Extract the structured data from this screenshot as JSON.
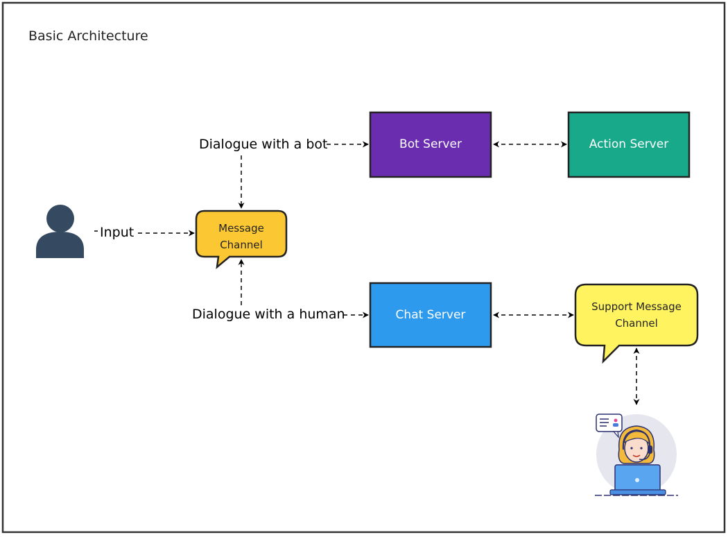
{
  "diagram": {
    "title": "Basic Architecture",
    "colors": {
      "bot_server": "#6a2db0",
      "action_server": "#17a98a",
      "chat_server": "#2d9aee",
      "message_channel": "#fbc733",
      "support_channel": "#fff45f",
      "user_icon": "#354a60",
      "edge": "#000000"
    },
    "nodes": {
      "bot_server": {
        "label": "Bot Server"
      },
      "action_server": {
        "label": "Action Server"
      },
      "chat_server": {
        "label": "Chat Server"
      },
      "message_channel": {
        "label_line1": "Message",
        "label_line2": "Channel"
      },
      "support_channel": {
        "label_line1": "Support Message",
        "label_line2": "Channel"
      },
      "user": {
        "icon": "user-icon"
      },
      "support_agent": {
        "icon": "support-agent-icon"
      }
    },
    "edge_labels": {
      "input": "Input",
      "dialogue_bot": "Dialogue with a bot",
      "dialogue_human": "Dialogue with a human"
    }
  }
}
